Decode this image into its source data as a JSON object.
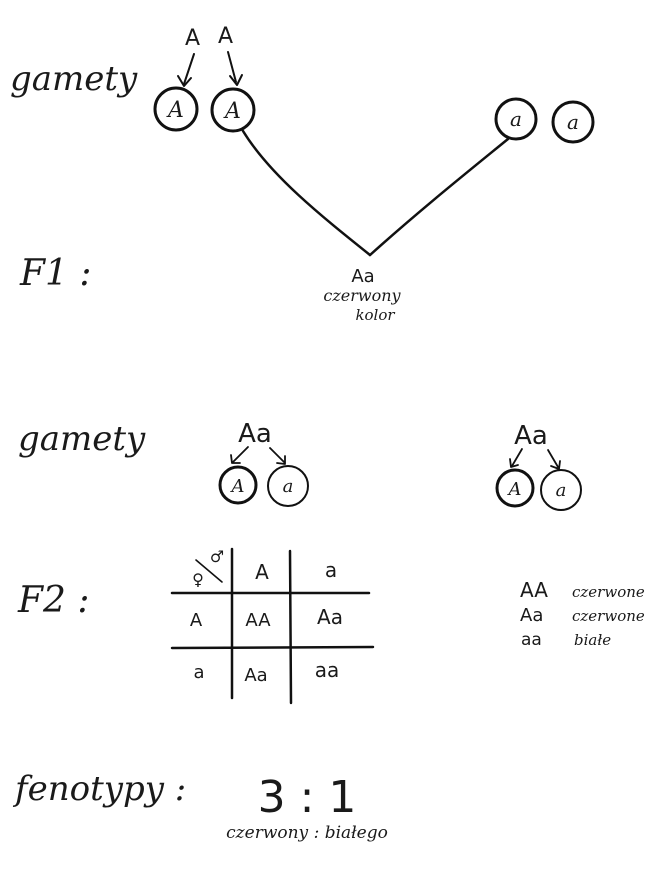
{
  "labels": {
    "gametes_1": "gamety",
    "f1": "F1 :",
    "gametes_2": "gamety",
    "f2": "F2 :",
    "phenotypes": "fenotypy :"
  },
  "p_generation": {
    "left_arrow_labels": [
      "A",
      "A"
    ],
    "left_gametes": [
      "A",
      "A"
    ],
    "right_gametes": [
      "a",
      "a"
    ]
  },
  "f1_offspring": {
    "genotype": "Aa",
    "desc_line1": "czerwony",
    "desc_line2": "kolor"
  },
  "f1_gametes": {
    "left_parent": "Aa",
    "left_gametes": [
      "A",
      "a"
    ],
    "right_parent": "Aa",
    "right_gametes": [
      "A",
      "a"
    ]
  },
  "punnett": {
    "corner_female": "♀",
    "corner_male": "♂",
    "col_headers": [
      "A",
      "a"
    ],
    "row_headers": [
      "A",
      "a"
    ],
    "cells": [
      [
        "AA",
        "Aa"
      ],
      [
        "Aa",
        "aa"
      ]
    ]
  },
  "f2_legend": [
    {
      "genotype": "AA",
      "phenotype": "czerwone"
    },
    {
      "genotype": "Aa",
      "phenotype": "czerwone"
    },
    {
      "genotype": "aa",
      "phenotype": "białe"
    }
  ],
  "ratio": {
    "value": "3 : 1",
    "caption": "czerwony : białego"
  },
  "colors": {
    "ink": "#111111",
    "background": "#ffffff"
  }
}
